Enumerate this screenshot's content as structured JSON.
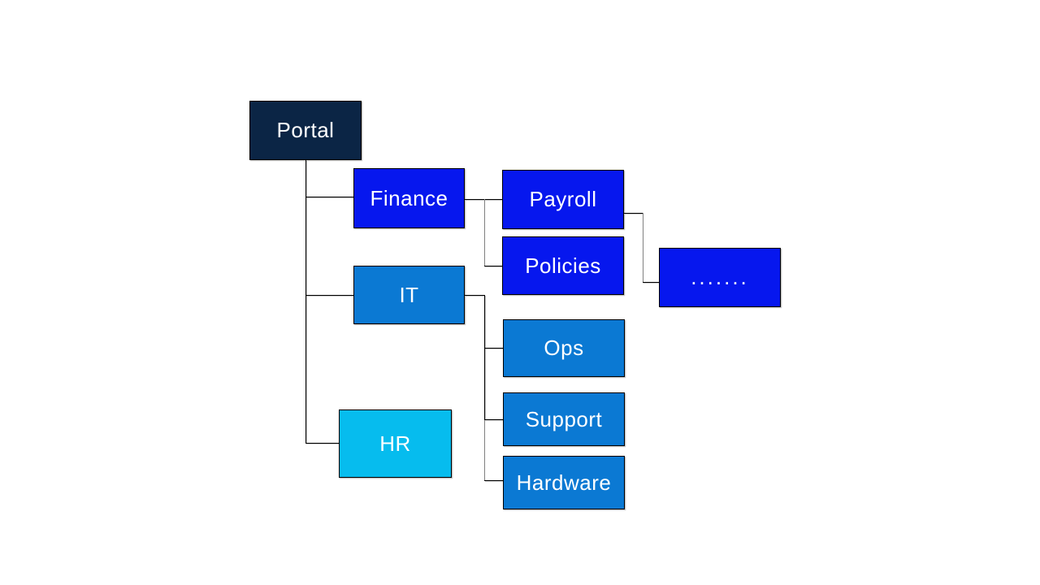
{
  "diagram": {
    "type": "tree",
    "description": "Portal site hierarchy diagram",
    "nodes": {
      "portal": {
        "label": "Portal",
        "fill": "#0b2545"
      },
      "finance": {
        "label": "Finance",
        "fill": "#0617ee"
      },
      "it": {
        "label": "IT",
        "fill": "#0b79d3"
      },
      "hr": {
        "label": "HR",
        "fill": "#06bcee"
      },
      "payroll": {
        "label": "Payroll",
        "fill": "#0617ee"
      },
      "policies": {
        "label": "Policies",
        "fill": "#0617ee"
      },
      "ellipsis": {
        "label": ".......",
        "fill": "#0617ee"
      },
      "ops": {
        "label": "Ops",
        "fill": "#0b79d3"
      },
      "support": {
        "label": "Support",
        "fill": "#0b79d3"
      },
      "hardware": {
        "label": "Hardware",
        "fill": "#0b79d3"
      }
    },
    "edges": [
      [
        "Portal",
        "Finance"
      ],
      [
        "Portal",
        "IT"
      ],
      [
        "Portal",
        "HR"
      ],
      [
        "Finance",
        "Payroll"
      ],
      [
        "Finance",
        "Policies"
      ],
      [
        "Payroll",
        "......."
      ],
      [
        "IT",
        "Ops"
      ],
      [
        "IT",
        "Support"
      ],
      [
        "IT",
        "Hardware"
      ]
    ],
    "colors": {
      "background": "#ffffff",
      "text": "#ffffff",
      "connector_line": "#000000",
      "connector_shadow": "#808080",
      "node_border": "#000000"
    }
  }
}
